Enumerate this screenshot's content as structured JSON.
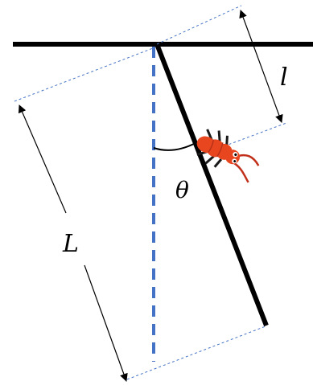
{
  "diagram": {
    "labels": {
      "small_length": "l",
      "large_length": "L",
      "angle": "θ"
    },
    "colors": {
      "ceiling": "#000000",
      "rod": "#000000",
      "vertical_reference": "#4472C4",
      "guide_lines": "#4472C4",
      "dimension_arrows": "#000000",
      "bug_body": "#E8461E",
      "bug_shadow": "#B8321A"
    },
    "icons": {
      "insect": "insect-icon"
    }
  }
}
